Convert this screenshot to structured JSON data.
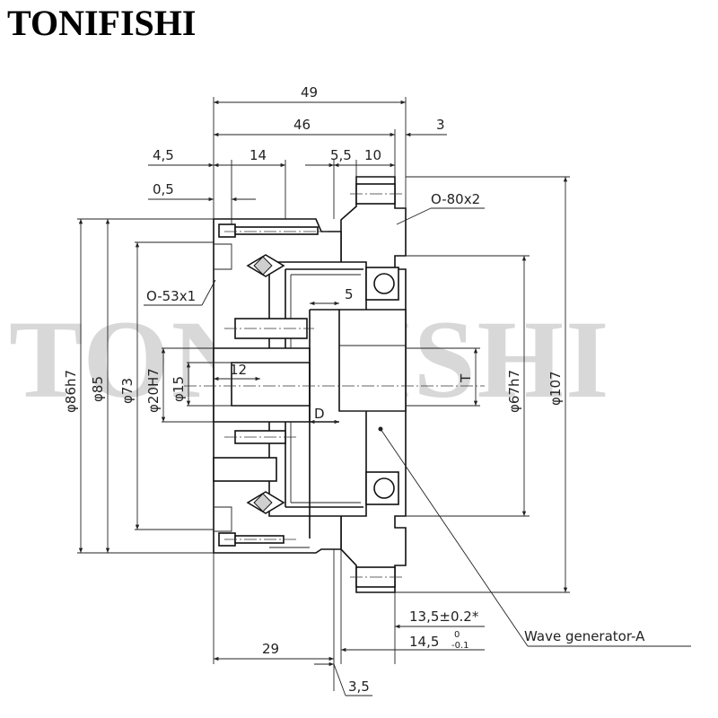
{
  "brand": "TONIFISHI",
  "watermark": "TONIFISHI",
  "dimensions": {
    "len_49": "49",
    "len_46": "46",
    "len_3": "3",
    "len_4_5": "4,5",
    "len_14": "14",
    "len_5_5": "5,5",
    "len_10": "10",
    "len_0_5": "0,5",
    "len_5": "5",
    "len_12": "12",
    "len_29": "29",
    "len_3_5": "3,5",
    "len_13_5": "13,5±0.2*",
    "len_14_5": "14,5",
    "len_14_5_upper": "0",
    "len_14_5_lower": "-0.1",
    "dia_86": "φ86h7",
    "dia_85": "φ85",
    "dia_73": "φ73",
    "dia_20": "φ20H7",
    "dia_15": "φ15",
    "dia_67": "φ67h7",
    "dia_107": "φ107",
    "oring_80": "O-80x2",
    "oring_53": "O-53x1",
    "label_T": "T",
    "label_D": "D"
  },
  "callouts": {
    "wave_generator": "Wave generator-A"
  }
}
